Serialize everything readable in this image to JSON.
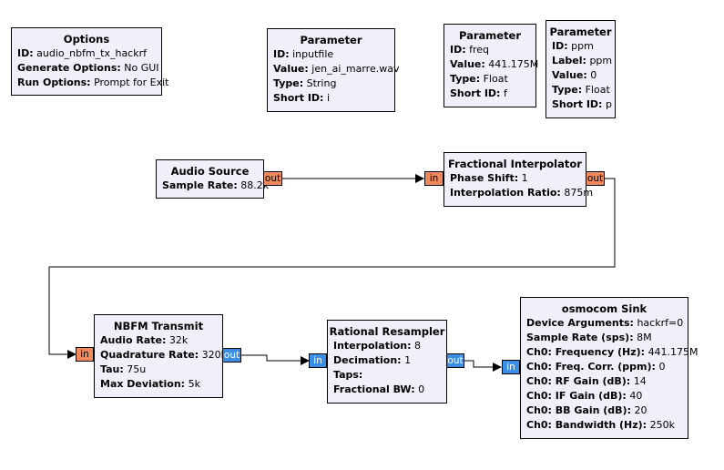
{
  "blocks": {
    "options": {
      "title": "Options",
      "rows": [
        {
          "label": "ID:",
          "value": "audio_nbfm_tx_hackrf"
        },
        {
          "label": "Generate Options:",
          "value": "No GUI"
        },
        {
          "label": "Run Options:",
          "value": "Prompt for Exit"
        }
      ]
    },
    "param_inputfile": {
      "title": "Parameter",
      "rows": [
        {
          "label": "ID:",
          "value": "inputfile"
        },
        {
          "label": "Value:",
          "value": "jen_ai_marre.wav"
        },
        {
          "label": "Type:",
          "value": "String"
        },
        {
          "label": "Short ID:",
          "value": "i"
        }
      ]
    },
    "param_freq": {
      "title": "Parameter",
      "rows": [
        {
          "label": "ID:",
          "value": "freq"
        },
        {
          "label": "Value:",
          "value": "441.175M"
        },
        {
          "label": "Type:",
          "value": "Float"
        },
        {
          "label": "Short ID:",
          "value": "f"
        }
      ]
    },
    "param_ppm": {
      "title": "Parameter",
      "rows": [
        {
          "label": "ID:",
          "value": "ppm"
        },
        {
          "label": "Label:",
          "value": "ppm"
        },
        {
          "label": "Value:",
          "value": "0"
        },
        {
          "label": "Type:",
          "value": "Float"
        },
        {
          "label": "Short ID:",
          "value": "p"
        }
      ]
    },
    "audio_source": {
      "title": "Audio Source",
      "rows": [
        {
          "label": "Sample Rate:",
          "value": "88.2k"
        }
      ]
    },
    "frac_interp": {
      "title": "Fractional Interpolator",
      "rows": [
        {
          "label": "Phase Shift:",
          "value": "1"
        },
        {
          "label": "Interpolation Ratio:",
          "value": "875m"
        }
      ]
    },
    "nbfm": {
      "title": "NBFM Transmit",
      "rows": [
        {
          "label": "Audio Rate:",
          "value": "32k"
        },
        {
          "label": "Quadrature Rate:",
          "value": "320k"
        },
        {
          "label": "Tau:",
          "value": "75u"
        },
        {
          "label": "Max Deviation:",
          "value": "5k"
        }
      ]
    },
    "resampler": {
      "title": "Rational Resampler",
      "rows": [
        {
          "label": "Interpolation:",
          "value": "8"
        },
        {
          "label": "Decimation:",
          "value": "1"
        },
        {
          "label": "Taps:",
          "value": ""
        },
        {
          "label": "Fractional BW:",
          "value": "0"
        }
      ]
    },
    "osmocom": {
      "title": "osmocom Sink",
      "rows": [
        {
          "label": "Device Arguments:",
          "value": "hackrf=0"
        },
        {
          "label": "Sample Rate (sps):",
          "value": "8M"
        },
        {
          "label": "Ch0: Frequency (Hz):",
          "value": "441.175M"
        },
        {
          "label": "Ch0: Freq. Corr. (ppm):",
          "value": "0"
        },
        {
          "label": "Ch0: RF Gain (dB):",
          "value": "14"
        },
        {
          "label": "Ch0: IF Gain (dB):",
          "value": "40"
        },
        {
          "label": "Ch0: BB Gain (dB):",
          "value": "20"
        },
        {
          "label": "Ch0: Bandwidth (Hz):",
          "value": "250k"
        }
      ]
    }
  },
  "ports": {
    "out": "out",
    "in": "in"
  },
  "colors": {
    "block_bg": "#f0f0fb",
    "float_port": "#f08a5d",
    "complex_port": "#3a8ee6"
  }
}
